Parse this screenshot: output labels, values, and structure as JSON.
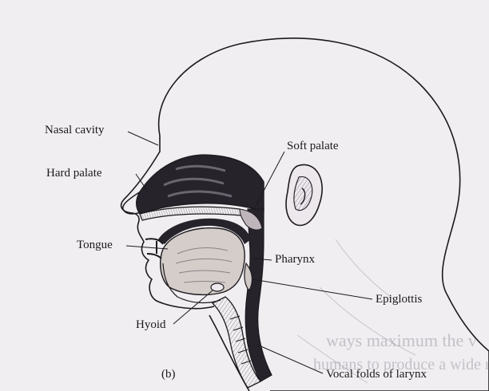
{
  "figure_letter": "(b)",
  "labels": {
    "nasal_cavity": "Nasal cavity",
    "hard_palate": "Hard palate",
    "soft_palate": "Soft palate",
    "tongue": "Tongue",
    "pharynx": "Pharynx",
    "epiglottis": "Epiglottis",
    "hyoid": "Hyoid",
    "vocal_folds": "Vocal folds of larynx"
  },
  "bleed_through": {
    "line1": "ways maximum the v",
    "line2": "humans to produce a wide ra"
  },
  "colors": {
    "background": "#f1eef1",
    "ink": "#1a1a1a",
    "cavity_fill": "#26232b",
    "tissue_fill": "#cfc8c4",
    "skin_fill": "#f4f1f3"
  }
}
